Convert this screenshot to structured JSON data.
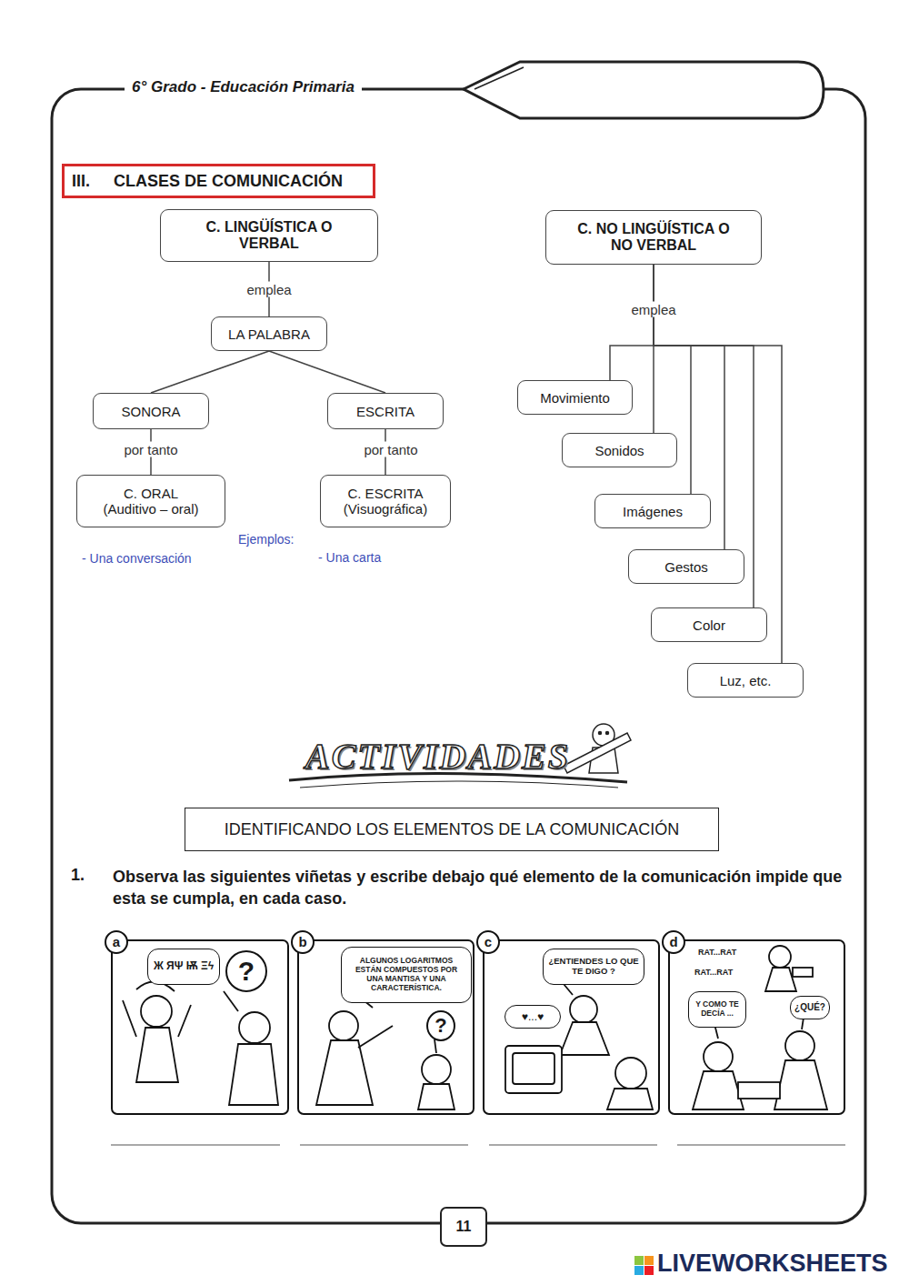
{
  "diagram": {
    "nodes": [
      {
        "text": [
          "III.",
          "CLASES DE COMUNICACIÓN"
        ]
      },
      {
        "text": [
          "C. LINGÜÍSTICA O VERBAL"
        ]
      },
      {
        "text": [
          "C. NO LINGÜÍSTICA O NO VERBAL"
        ]
      },
      {
        "text": [
          "LA PALABRA"
        ]
      },
      {
        "text": [
          "SONORA"
        ]
      },
      {
        "text": [
          "ESCRITA"
        ]
      },
      {
        "text": [
          "C. ORAL",
          "(Auditivo – oral)"
        ]
      },
      {
        "text": [
          "C. ESCRITA",
          "(Visuográfica)"
        ]
      },
      {
        "text": [
          "Movimiento"
        ]
      },
      {
        "text": [
          "Sonidos"
        ]
      },
      {
        "text": [
          "Imágenes"
        ]
      },
      {
        "text": [
          "Gestos"
        ]
      },
      {
        "text": [
          "Color"
        ]
      },
      {
        "text": [
          "Luz, etc."
        ]
      },
      {
        "text": [
          "IDENTIFICANDO LOS ELEMENTOS DE LA COMUNICACIÓN"
        ]
      },
      {
        "text": [
          "a"
        ]
      },
      {
        "text": [
          "Ж ЯΨ Ѭ Ξϟ"
        ],
        "in": 15
      },
      {
        "text": [
          "?"
        ],
        "in": 15
      },
      {
        "text": [
          "b"
        ]
      },
      {
        "text": [
          "ALGUNOS LOGARITMOS ESTÁN COMPUESTOS POR UNA MANTISA Y UNA CARACTERÍSTICA."
        ],
        "in": 18
      },
      {
        "text": [
          "?"
        ],
        "in": 18
      },
      {
        "text": [
          "c"
        ]
      },
      {
        "text": [
          "¿ENTIENDES LO QUE TE DIGO ?"
        ],
        "in": 21
      },
      {
        "text": [
          "♥...♥"
        ],
        "in": 21
      },
      {
        "text": [
          "d"
        ]
      },
      {
        "text": [
          "Y COMO TE DECÍA ..."
        ],
        "in": 24
      },
      {
        "text": [
          "¿QUÉ?"
        ],
        "in": 24
      },
      {
        "text": [
          "11"
        ]
      }
    ],
    "edges": [
      {
        "from": 1,
        "to": 3,
        "label": "emplea",
        "arrow": "none"
      },
      {
        "from": 3,
        "to": 4,
        "arrow": "none"
      },
      {
        "from": 3,
        "to": 5,
        "arrow": "none"
      },
      {
        "from": 4,
        "to": 6,
        "label": "por tanto",
        "arrow": "none"
      },
      {
        "from": 5,
        "to": 7,
        "label": "por tanto",
        "arrow": "none"
      },
      {
        "from": 2,
        "to": 8,
        "arrow": "none"
      },
      {
        "from": 2,
        "to": 9,
        "label": "emplea",
        "arrow": "none"
      },
      {
        "from": 2,
        "to": 10,
        "arrow": "none"
      },
      {
        "from": 2,
        "to": 11,
        "arrow": "none"
      },
      {
        "from": 2,
        "to": 12,
        "arrow": "none"
      },
      {
        "from": 2,
        "to": 13,
        "arrow": "none"
      }
    ],
    "labels": [
      "6° Grado - Educación Primaria",
      "Ejemplos:",
      "- Una conversación",
      "- Una carta",
      "ACTIVIDADES",
      "1.",
      "Observa las siguientes viñetas y escribe debajo qué elemento de la comunicación impide que esta se cumpla, en cada caso.",
      "RAT...RAT",
      "RAT...RAT",
      "LIVEWORKSHEETS"
    ]
  }
}
